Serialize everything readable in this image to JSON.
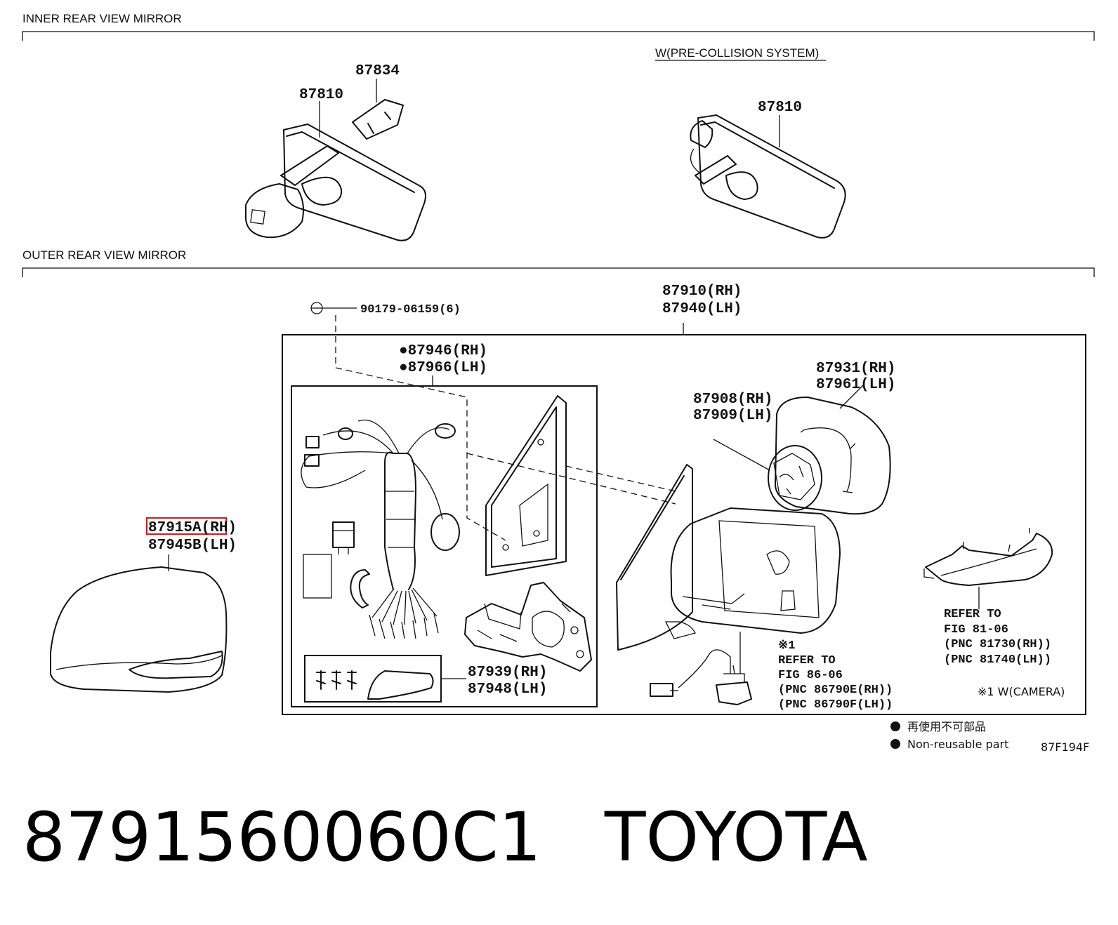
{
  "sections": {
    "inner": "INNER REAR VIEW MIRROR",
    "outer": "OUTER REAR VIEW MIRROR",
    "pcs": "W(PRE-COLLISION SYSTEM)"
  },
  "labels": {
    "p87834": "87834",
    "p87810a": "87810",
    "p87810b": "87810",
    "screw": "90179-06159(6)",
    "mirror_rh": "87910(RH)",
    "mirror_lh": "87940(LH)",
    "harness_rh": "●87946(RH)",
    "harness_lh": "●87966(LH)",
    "glass_rh": "87931(RH)",
    "glass_lh": "87961(LH)",
    "actuator_rh": "87908(RH)",
    "actuator_lh": "87909(LH)",
    "cover_rh": "87915A(RH)",
    "cover_lh": "87945B(LH)",
    "bracket_rh": "87939(RH)",
    "bracket_lh": "87948(LH)",
    "camera_mark": "※1",
    "camera_refer": "REFER TO",
    "camera_fig": "FIG 86-06",
    "camera_pnc_rh": "(PNC 86790E(RH))",
    "camera_pnc_lh": "(PNC 86790F(LH))",
    "lamp_refer": "REFER TO",
    "lamp_fig": "FIG 81-06",
    "lamp_pnc_rh": "(PNC 81730(RH))",
    "lamp_pnc_lh": "(PNC 81740(LH))",
    "camera_note": "※1 W(CAMERA)"
  },
  "legend": {
    "jp": "再使用不可部品",
    "en": "Non-reusable part",
    "fig_code": "87F194F"
  },
  "caption": {
    "part_number": "8791560060C1",
    "brand": "TOYOTA"
  },
  "colors": {
    "highlight": "#d11a1a",
    "ink": "#111111"
  }
}
